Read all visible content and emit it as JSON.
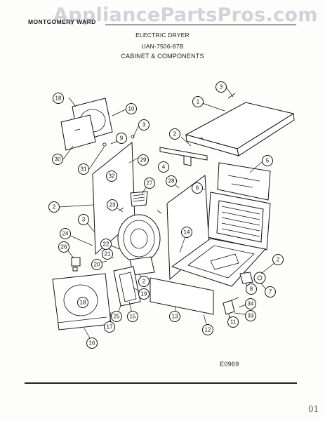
{
  "watermark": "AppliancePartsPros.com",
  "brand": "MONTGOMERY WARD",
  "title": "ELECTRIC DRYER",
  "model": "UAN-7506-87B",
  "section": "CABINET & COMPONENTS",
  "diagram_code": "E0969",
  "corner_mark": "01",
  "callouts": [
    "1",
    "2",
    "3",
    "4",
    "5",
    "6",
    "7",
    "8",
    "9",
    "10",
    "11",
    "12",
    "13",
    "14",
    "15",
    "16",
    "17",
    "18",
    "19",
    "20",
    "21",
    "22",
    "23",
    "24",
    "25",
    "26",
    "27",
    "28",
    "29",
    "30",
    "31",
    "32",
    "33",
    "34"
  ]
}
